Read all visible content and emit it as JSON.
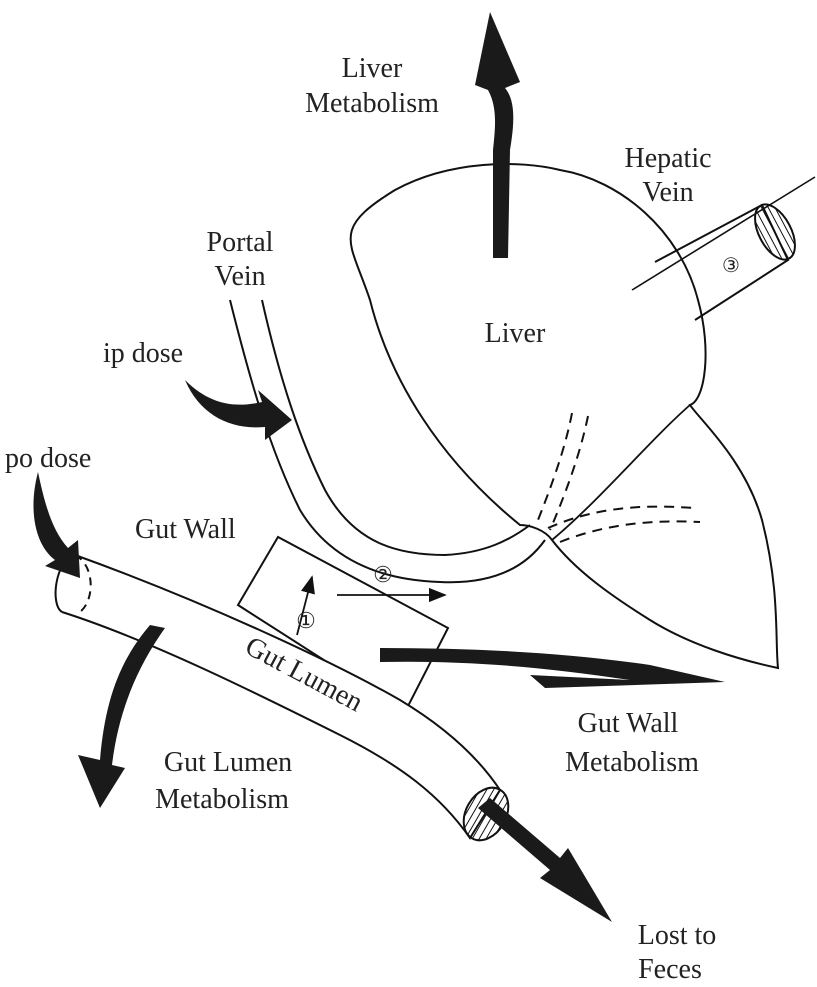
{
  "labels": {
    "liver_metabolism": [
      "Liver",
      "Metabolism"
    ],
    "hepatic_vein": [
      "Hepatic",
      "Vein"
    ],
    "portal_vein": [
      "Portal",
      "Vein"
    ],
    "liver": "Liver",
    "ip_dose": "ip dose",
    "po_dose": "po dose",
    "gut_wall": "Gut Wall",
    "gut_lumen": "Gut Lumen",
    "gut_wall_metabolism": [
      "Gut Wall",
      "Metabolism"
    ],
    "gut_lumen_metabolism": [
      "Gut Lumen",
      "Metabolism"
    ],
    "lost_to_feces": [
      "Lost to",
      "Feces"
    ],
    "step_1": "①",
    "step_2": "②",
    "step_3": "③"
  },
  "colors": {
    "line": "#111111",
    "arrow_fill": "#1a1a1a",
    "text": "#222222"
  }
}
